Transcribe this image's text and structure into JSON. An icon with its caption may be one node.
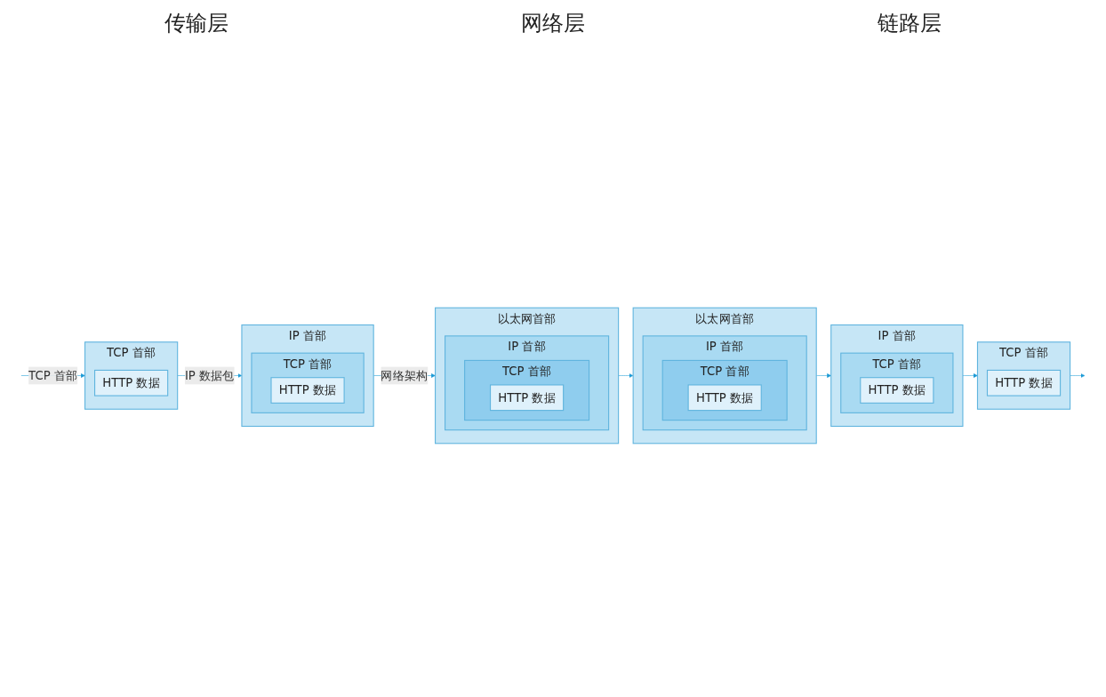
{
  "diagram": {
    "nodes": [
      {
        "text": [
          "TCP 首部"
        ]
      },
      {
        "text": [
          "HTTP 数据"
        ],
        "in": 0
      },
      {
        "text": [
          "IP 首部"
        ]
      },
      {
        "text": [
          "TCP 首部"
        ],
        "in": 2
      },
      {
        "text": [
          "HTTP 数据"
        ],
        "in": 3
      },
      {
        "text": [
          "以太网首部"
        ]
      },
      {
        "text": [
          "IP 首部"
        ],
        "in": 5
      },
      {
        "text": [
          "TCP 首部"
        ],
        "in": 6
      },
      {
        "text": [
          "HTTP 数据"
        ],
        "in": 7
      },
      {
        "text": [
          "TCP 首部"
        ]
      },
      {
        "text": [
          "HTTP 数据"
        ],
        "in": 9
      },
      {
        "text": [
          "IP 首部"
        ]
      },
      {
        "text": [
          "TCP 首部"
        ],
        "in": 11
      },
      {
        "text": [
          "HTTP 数据"
        ],
        "in": 12
      },
      {
        "text": [
          "以太网首部"
        ]
      },
      {
        "text": [
          "IP 首部"
        ],
        "in": 14
      },
      {
        "text": [
          "TCP 首部"
        ],
        "in": 15
      },
      {
        "text": [
          "HTTP 数据"
        ],
        "in": 16
      }
    ],
    "edges": [
      {
        "from": null,
        "to": 0,
        "arrow": "to",
        "label": "TCP 首部"
      },
      {
        "from": 0,
        "to": 2,
        "arrow": "to",
        "label": "IP 数据包"
      },
      {
        "from": 2,
        "to": 5,
        "arrow": "to",
        "label": "网络架构"
      },
      {
        "from": 5,
        "to": 14,
        "arrow": "to"
      },
      {
        "from": 14,
        "to": 11,
        "arrow": "to"
      },
      {
        "from": 11,
        "to": 9,
        "arrow": "to"
      },
      {
        "from": 9,
        "to": null,
        "arrow": "to"
      }
    ],
    "labels": [
      "传输层",
      "网络层",
      "链路层"
    ]
  }
}
